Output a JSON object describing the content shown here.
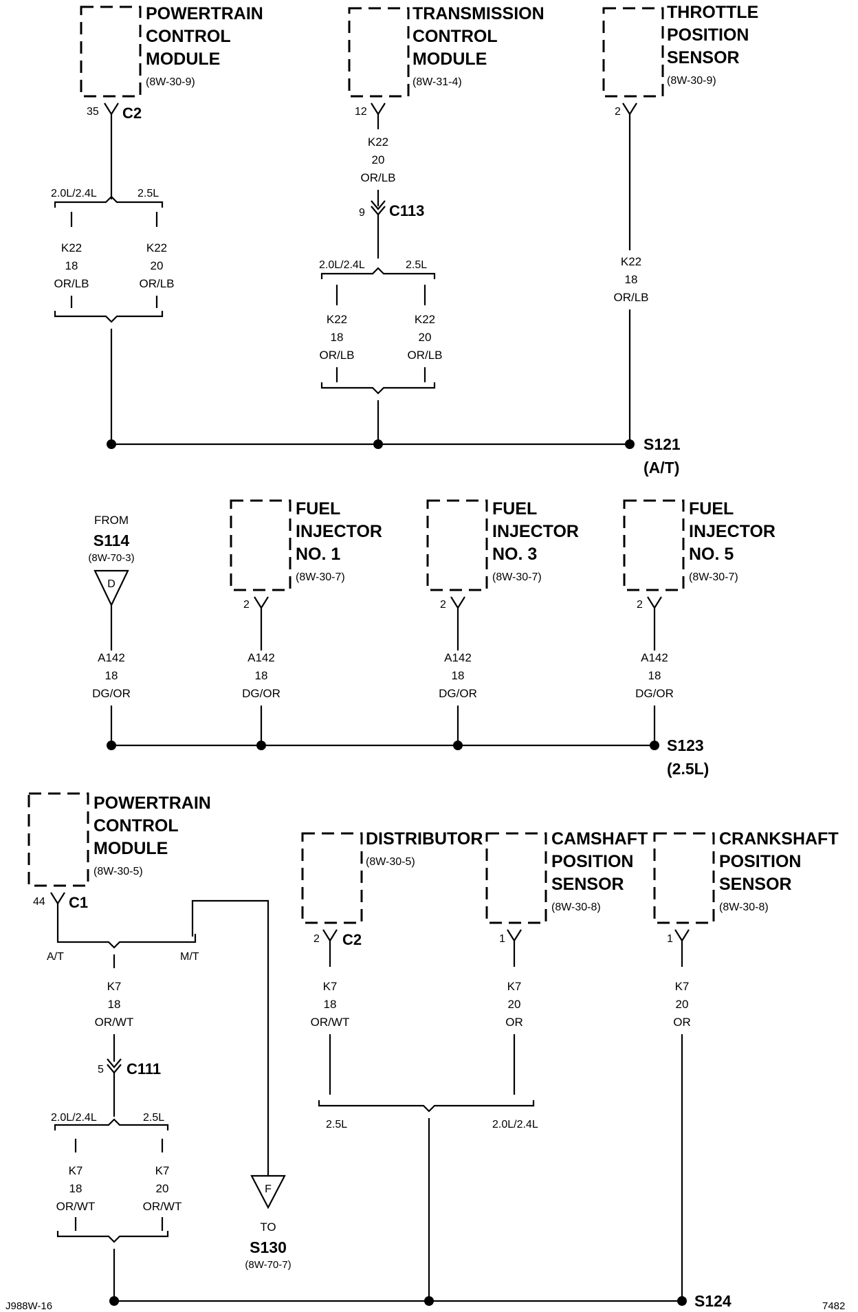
{
  "top": {
    "pcm": {
      "l1": "POWERTRAIN",
      "l2": "CONTROL",
      "l3": "MODULE",
      "ref": "(8W-30-9)",
      "pin": "35",
      "conn": "C2"
    },
    "tcm": {
      "l1": "TRANSMISSION",
      "l2": "CONTROL",
      "l3": "MODULE",
      "ref": "(8W-31-4)",
      "pin": "12"
    },
    "tps": {
      "l1": "THROTTLE",
      "l2": "POSITION",
      "l3": "SENSOR",
      "ref": "(8W-30-9)",
      "pin": "2"
    },
    "pcm_branch": {
      "left": "2.0L/2.4L",
      "right": "2.5L",
      "left_wire": [
        "K22",
        "18",
        "OR/LB"
      ],
      "right_wire": [
        "K22",
        "20",
        "OR/LB"
      ]
    },
    "tcm_wire": [
      "K22",
      "20",
      "OR/LB"
    ],
    "c113": {
      "pin": "9",
      "conn": "C113"
    },
    "tcm_branch": {
      "left": "2.0L/2.4L",
      "right": "2.5L",
      "left_wire": [
        "K22",
        "18",
        "OR/LB"
      ],
      "right_wire": [
        "K22",
        "20",
        "OR/LB"
      ]
    },
    "tps_wire": [
      "K22",
      "18",
      "OR/LB"
    ],
    "splice": {
      "name": "S121",
      "note": "(A/T)"
    }
  },
  "middle": {
    "from_label": "FROM",
    "from_splice": "S114",
    "from_ref": "(8W-70-3)",
    "from_letter": "D",
    "inj1": {
      "l1": "FUEL",
      "l2": "INJECTOR",
      "l3": "NO. 1",
      "ref": "(8W-30-7)",
      "pin": "2"
    },
    "inj3": {
      "l1": "FUEL",
      "l2": "INJECTOR",
      "l3": "NO. 3",
      "ref": "(8W-30-7)",
      "pin": "2"
    },
    "inj5": {
      "l1": "FUEL",
      "l2": "INJECTOR",
      "l3": "NO. 5",
      "ref": "(8W-30-7)",
      "pin": "2"
    },
    "wire": [
      "A142",
      "18",
      "DG/OR"
    ],
    "splice": {
      "name": "S123",
      "note": "(2.5L)"
    }
  },
  "bottom": {
    "pcm": {
      "l1": "POWERTRAIN",
      "l2": "CONTROL",
      "l3": "MODULE",
      "ref": "(8W-30-5)",
      "pin": "44",
      "conn": "C1"
    },
    "pcm_branch": {
      "left": "A/T",
      "right": "M/T"
    },
    "pcm_wire": [
      "K7",
      "18",
      "OR/WT"
    ],
    "c111": {
      "pin": "5",
      "conn": "C111"
    },
    "c111_branch": {
      "left": "2.0L/2.4L",
      "right": "2.5L",
      "left_wire": [
        "K7",
        "18",
        "OR/WT"
      ],
      "right_wire": [
        "K7",
        "20",
        "OR/WT"
      ]
    },
    "to_letter": "F",
    "to_label": "TO",
    "to_splice": "S130",
    "to_ref": "(8W-70-7)",
    "dist": {
      "l1": "DISTRIBUTOR",
      "ref": "(8W-30-5)",
      "pin": "2",
      "conn": "C2"
    },
    "dist_wire": [
      "K7",
      "18",
      "OR/WT"
    ],
    "cam": {
      "l1": "CAMSHAFT",
      "l2": "POSITION",
      "l3": "SENSOR",
      "ref": "(8W-30-8)",
      "pin": "1"
    },
    "cam_wire": [
      "K7",
      "20",
      "OR"
    ],
    "crank": {
      "l1": "CRANKSHAFT",
      "l2": "POSITION",
      "l3": "SENSOR",
      "ref": "(8W-30-8)",
      "pin": "1"
    },
    "crank_wire": [
      "K7",
      "20",
      "OR"
    ],
    "mid_branch": {
      "left": "2.5L",
      "right": "2.0L/2.4L"
    },
    "splice": {
      "name": "S124"
    }
  },
  "footer": {
    "left": "J988W-16",
    "right": "7482"
  }
}
